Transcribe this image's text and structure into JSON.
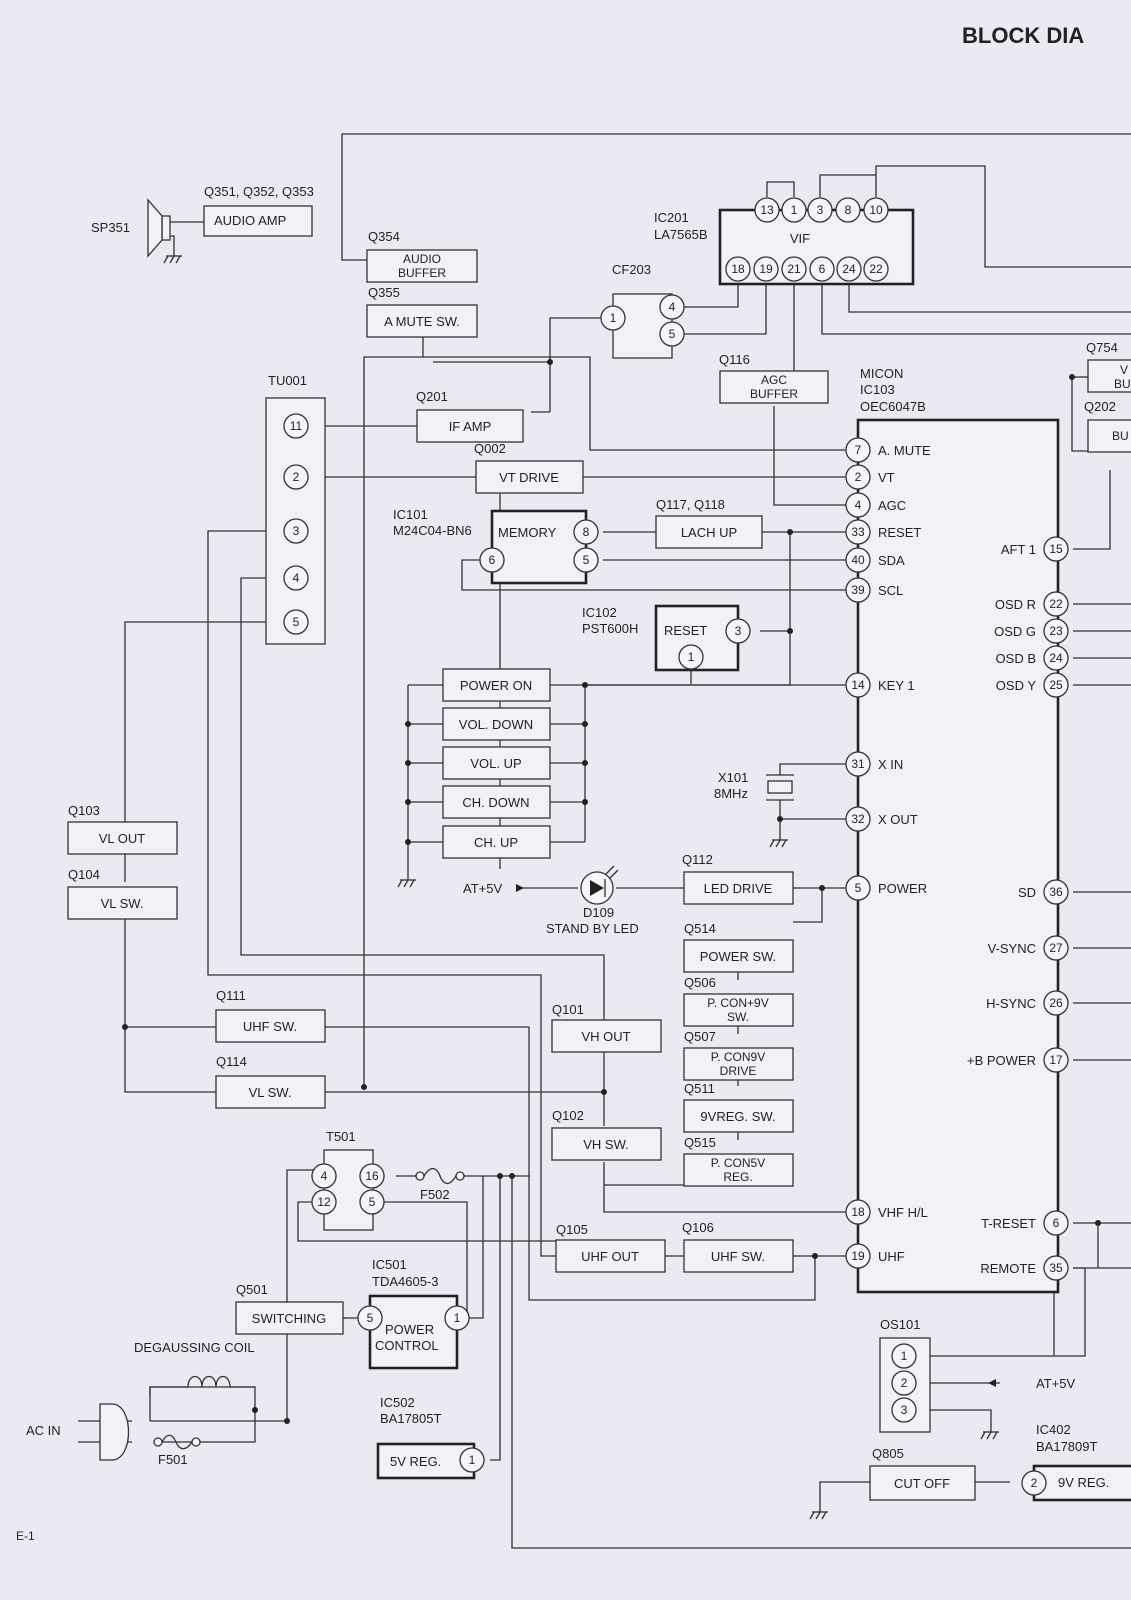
{
  "title": "BLOCK DIA",
  "page_number": "E-1",
  "speaker": {
    "ref": "SP351"
  },
  "audio": {
    "amp_refs": "Q351, Q352, Q353",
    "amp_label": "AUDIO AMP",
    "buffer_ref": "Q354",
    "buffer_label_1": "AUDIO",
    "buffer_label_2": "BUFFER",
    "mute_ref": "Q355",
    "mute_label": "A MUTE SW."
  },
  "cf203": {
    "ref": "CF203",
    "pins": [
      "1",
      "4",
      "5"
    ]
  },
  "vif": {
    "ref": "IC201",
    "part": "LA7565B",
    "label": "VIF",
    "top_pins": [
      "13",
      "1",
      "3",
      "8",
      "10"
    ],
    "bottom_pins": [
      "18",
      "19",
      "21",
      "6",
      "24",
      "22"
    ]
  },
  "agc": {
    "ref": "Q116",
    "label_1": "AGC",
    "label_2": "BUFFER"
  },
  "micon": {
    "title": "MICON",
    "ref": "IC103",
    "part": "OEC6047B"
  },
  "right_edge": {
    "q754": "Q754",
    "q754_text1": "V",
    "q754_text2": "BU",
    "q202": "Q202",
    "q202_text": "BU"
  },
  "tuner": {
    "ref": "TU001",
    "pins": [
      "11",
      "2",
      "3",
      "4",
      "5"
    ]
  },
  "if_amp": {
    "ref": "Q201",
    "label": "IF AMP"
  },
  "vt_drive": {
    "ref": "Q002",
    "label": "VT DRIVE"
  },
  "memory": {
    "ref": "IC101",
    "part": "M24C04-BN6",
    "label": "MEMORY",
    "pins": [
      "8",
      "6",
      "5"
    ]
  },
  "latch": {
    "ref": "Q117, Q118",
    "label": "LACH UP"
  },
  "reset_ic": {
    "ref": "IC102",
    "part": "PST600H",
    "label": "RESET",
    "pins": [
      "3",
      "1"
    ]
  },
  "micon_left_pins": [
    {
      "num": "7",
      "name": "A. MUTE"
    },
    {
      "num": "2",
      "name": "VT"
    },
    {
      "num": "4",
      "name": "AGC"
    },
    {
      "num": "33",
      "name": "RESET"
    },
    {
      "num": "40",
      "name": "SDA"
    },
    {
      "num": "39",
      "name": "SCL"
    },
    {
      "num": "14",
      "name": "KEY 1"
    },
    {
      "num": "31",
      "name": "X IN"
    },
    {
      "num": "32",
      "name": "X OUT"
    },
    {
      "num": "5",
      "name": "POWER"
    },
    {
      "num": "18",
      "name": "VHF H/L"
    },
    {
      "num": "19",
      "name": "UHF"
    }
  ],
  "micon_right_pins": [
    {
      "num": "15",
      "name": "AFT 1"
    },
    {
      "num": "22",
      "name": "OSD R"
    },
    {
      "num": "23",
      "name": "OSD G"
    },
    {
      "num": "24",
      "name": "OSD B"
    },
    {
      "num": "25",
      "name": "OSD Y"
    },
    {
      "num": "36",
      "name": "SD"
    },
    {
      "num": "27",
      "name": "V-SYNC"
    },
    {
      "num": "26",
      "name": "H-SYNC"
    },
    {
      "num": "17",
      "name": "+B POWER"
    },
    {
      "num": "6",
      "name": "T-RESET"
    },
    {
      "num": "35",
      "name": "REMOTE"
    }
  ],
  "keys": [
    "POWER ON",
    "VOL. DOWN",
    "VOL. UP",
    "CH. DOWN",
    "CH. UP"
  ],
  "crystal": {
    "ref": "X101",
    "freq": "8MHz"
  },
  "led": {
    "supply": "AT+5V",
    "ref": "D109",
    "label": "STAND BY LED",
    "drive_ref": "Q112",
    "drive_label": "LED DRIVE"
  },
  "power_stack": [
    {
      "ref": "Q514",
      "label_1": "POWER SW.",
      "label_2": ""
    },
    {
      "ref": "Q506",
      "label_1": "P. CON+9V",
      "label_2": "SW."
    },
    {
      "ref": "Q507",
      "label_1": "P. CON9V",
      "label_2": "DRIVE"
    },
    {
      "ref": "Q511",
      "label_1": "9VREG. SW.",
      "label_2": ""
    },
    {
      "ref": "Q515",
      "label_1": "P. CON5V",
      "label_2": "REG."
    }
  ],
  "vl_out": {
    "ref": "Q103",
    "label": "VL OUT"
  },
  "vl_sw_top": {
    "ref": "Q104",
    "label": "VL SW."
  },
  "uhf_sw_left": {
    "ref": "Q111",
    "label": "UHF SW."
  },
  "vl_sw_bottom": {
    "ref": "Q114",
    "label": "VL SW."
  },
  "vh_out": {
    "ref": "Q101",
    "label": "VH OUT"
  },
  "vh_sw": {
    "ref": "Q102",
    "label": "VH SW."
  },
  "uhf_out": {
    "ref": "Q105",
    "label": "UHF OUT"
  },
  "uhf_sw_right": {
    "ref": "Q106",
    "label": "UHF SW."
  },
  "t501": {
    "ref": "T501",
    "pins": [
      "4",
      "16",
      "12",
      "5"
    ]
  },
  "fuse_f502": "F502",
  "switching": {
    "ref": "Q501",
    "label": "SWITCHING"
  },
  "power_control": {
    "ref": "IC501",
    "part": "TDA4605-3",
    "label_1": "POWER",
    "label_2": "CONTROL",
    "pins": [
      "5",
      "1"
    ]
  },
  "degauss": "DEGAUSSING COIL",
  "ac_in": "AC IN",
  "fuse_f501": "F501",
  "reg5v": {
    "ref": "IC502",
    "part": "BA17805T",
    "label": "5V REG.",
    "pin": "1"
  },
  "remote_sensor": {
    "ref": "OS101",
    "pins": [
      "1",
      "2",
      "3"
    ],
    "supply": "AT+5V"
  },
  "reg9v": {
    "ref": "IC402",
    "part": "BA17809T",
    "label": "9V REG.",
    "pin": "2"
  },
  "cut_off": {
    "ref": "Q805",
    "label": "CUT OFF"
  }
}
